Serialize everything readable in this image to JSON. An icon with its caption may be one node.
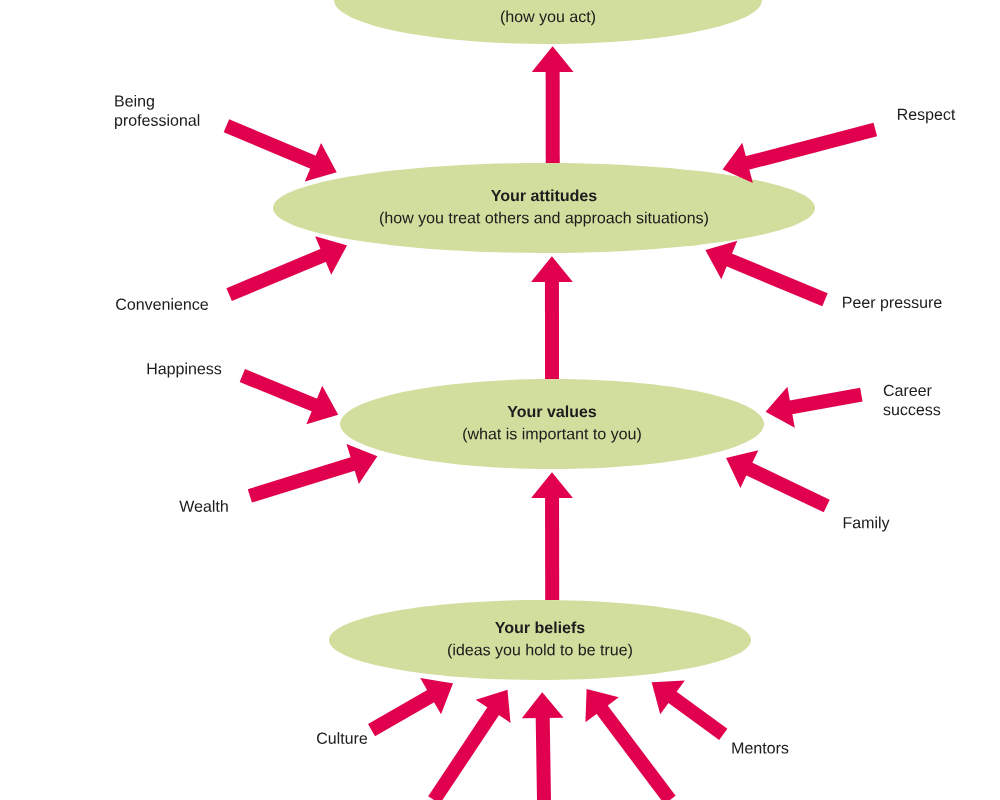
{
  "diagram": {
    "nodes": [
      {
        "text": [
          "(how you act)"
        ]
      },
      {
        "text": [
          "Being professional"
        ]
      },
      {
        "text": [
          "Respect"
        ]
      },
      {
        "text": [
          "Your attitudes",
          "(how you treat others and approach situations)"
        ]
      },
      {
        "text": [
          "Convenience"
        ]
      },
      {
        "text": [
          "Peer pressure"
        ]
      },
      {
        "text": [
          "Happiness"
        ]
      },
      {
        "text": [
          "Career success"
        ]
      },
      {
        "text": [
          "Your values",
          "(what is important to you)"
        ]
      },
      {
        "text": [
          "Wealth"
        ]
      },
      {
        "text": [
          "Family"
        ]
      },
      {
        "text": [
          "Your beliefs",
          "(ideas you hold to be true)"
        ]
      },
      {
        "text": [
          "Culture"
        ]
      },
      {
        "text": [
          "Mentors"
        ]
      }
    ],
    "edges": [
      {
        "from": 11,
        "to": 8,
        "arrow": "to"
      },
      {
        "from": 8,
        "to": 3,
        "arrow": "to"
      },
      {
        "from": 3,
        "to": 0,
        "arrow": "to"
      },
      {
        "from": 1,
        "to": 3,
        "arrow": "to"
      },
      {
        "from": 2,
        "to": 3,
        "arrow": "to"
      },
      {
        "from": 4,
        "to": 3,
        "arrow": "to"
      },
      {
        "from": 5,
        "to": 3,
        "arrow": "to"
      },
      {
        "from": 6,
        "to": 8,
        "arrow": "to"
      },
      {
        "from": 7,
        "to": 8,
        "arrow": "to"
      },
      {
        "from": 9,
        "to": 8,
        "arrow": "to"
      },
      {
        "from": 10,
        "to": 8,
        "arrow": "to"
      },
      {
        "from": 12,
        "to": 11,
        "arrow": "to"
      },
      {
        "from": 13,
        "to": 11,
        "arrow": "to"
      },
      {
        "from": null,
        "to": 11,
        "arrow": "to"
      },
      {
        "from": null,
        "to": 11,
        "arrow": "to"
      },
      {
        "from": null,
        "to": 11,
        "arrow": "to"
      }
    ]
  }
}
